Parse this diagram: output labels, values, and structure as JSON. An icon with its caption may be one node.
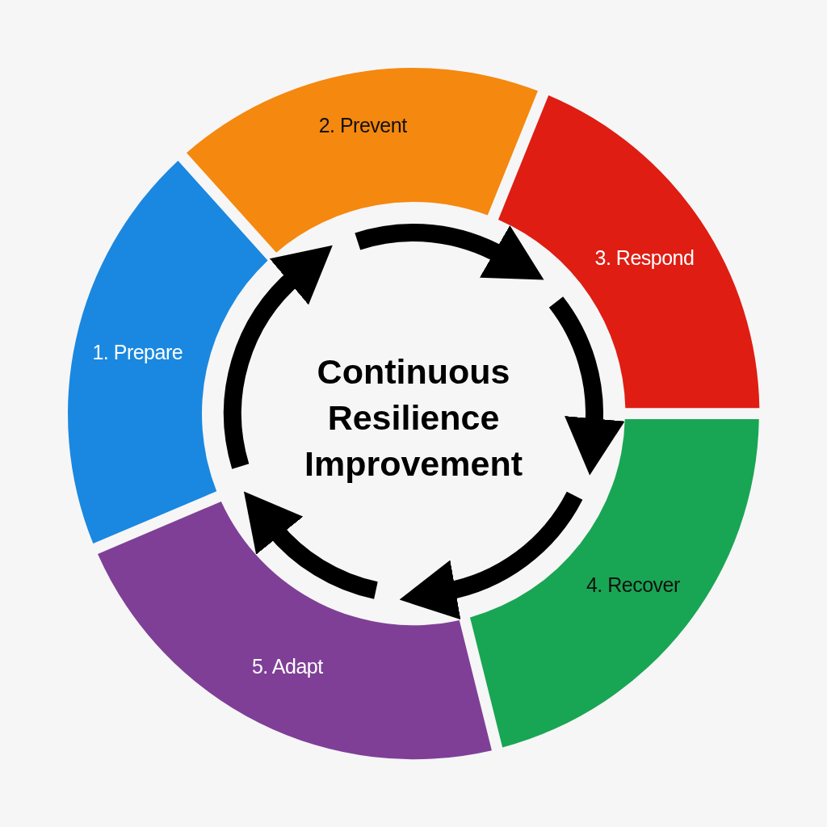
{
  "diagram": {
    "nodes": [
      {
        "text": [
          "1. Prepare"
        ]
      },
      {
        "text": [
          "2. Prevent"
        ]
      },
      {
        "text": [
          "3. Respond"
        ]
      },
      {
        "text": [
          "4. Recover"
        ]
      },
      {
        "text": [
          "5. Adapt"
        ]
      },
      {
        "text": [
          "Continuous Resilience Improvement"
        ]
      }
    ]
  }
}
